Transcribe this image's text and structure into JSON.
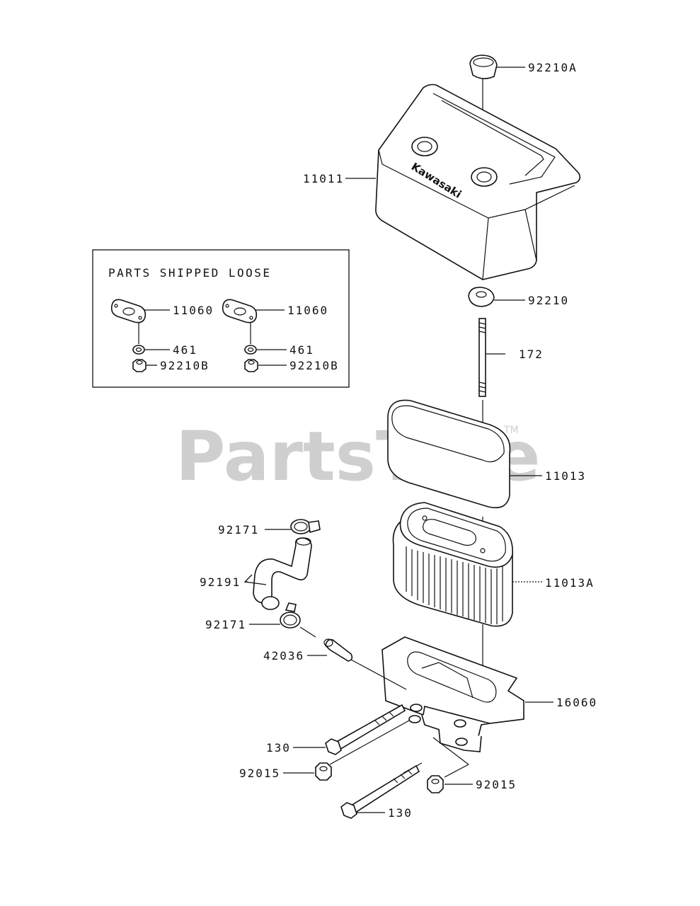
{
  "watermark": {
    "text": "PartsTree",
    "tm": "TM"
  },
  "brand": "Kawasaki",
  "loose_box": {
    "title": "PARTS SHIPPED LOOSE"
  },
  "labels": {
    "p92210A": "92210A",
    "p11011": "11011",
    "p92210": "92210",
    "p172": "172",
    "p11013": "11013",
    "p11013A": "11013A",
    "p16060": "16060",
    "p92171a": "92171",
    "p92191": "92191",
    "p92171b": "92171",
    "p42036": "42036",
    "p130a": "130",
    "p92015a": "92015",
    "p92015b": "92015",
    "p130b": "130",
    "p11060a": "11060",
    "p461a": "461",
    "p92210Ba": "92210B",
    "p11060b": "11060",
    "p461b": "461",
    "p92210Bb": "92210B"
  }
}
